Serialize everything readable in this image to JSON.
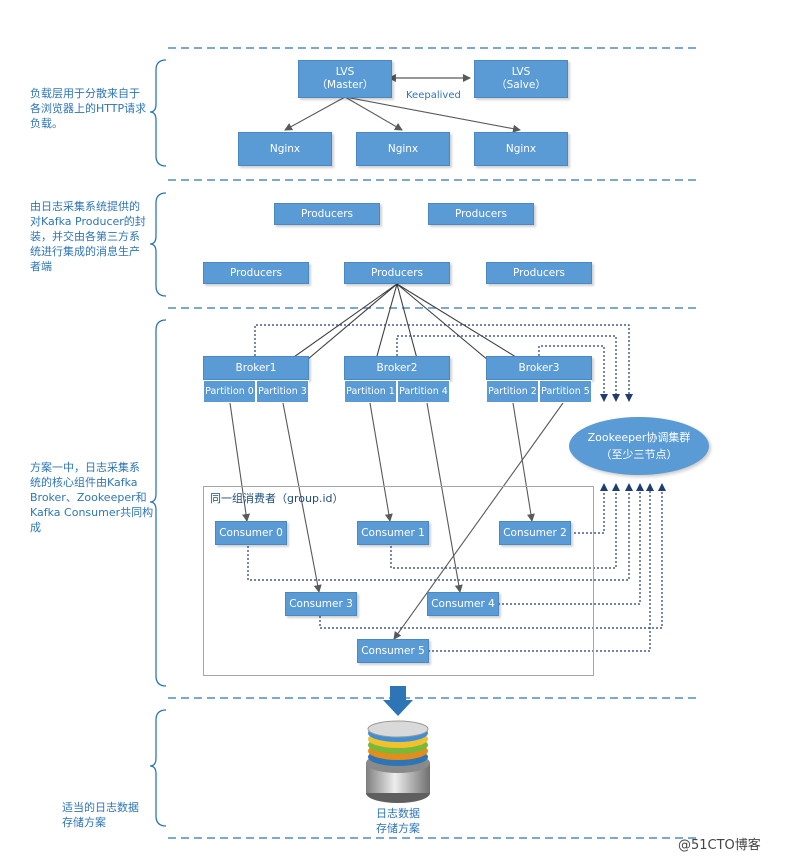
{
  "notes": {
    "lb": [
      "负载层用于分散来自于",
      "各浏览器上的HTTP请求",
      "负载。"
    ],
    "collect": [
      "由日志采集系统提供的",
      "对Kafka Producer的封",
      "装，并交由各第三方系",
      "统进行集成的消息生产",
      "者端"
    ],
    "core": [
      "方案一中，日志采集系",
      "统的核心组件由Kafka",
      "Broker、Zookeeper和",
      "Kafka Consumer共同构",
      "成"
    ],
    "storage": [
      "适当的日志数据",
      "存储方案"
    ]
  },
  "lvs": {
    "master": [
      "LVS",
      "（Master）"
    ],
    "slave": [
      "LVS",
      "（Salve）"
    ],
    "link_label": "Keepalived"
  },
  "nginx": [
    "Nginx",
    "Nginx",
    "Nginx"
  ],
  "producers": [
    "Producers",
    "Producers",
    "Producers",
    "Producers",
    "Producers"
  ],
  "brokers": [
    {
      "name": "Broker1",
      "partitions": [
        "Partition 0",
        "Partition 3"
      ]
    },
    {
      "name": "Broker2",
      "partitions": [
        "Partition 1",
        "Partition 4"
      ]
    },
    {
      "name": "Broker3",
      "partitions": [
        "Partition 2",
        "Partition 5"
      ]
    }
  ],
  "zookeeper": [
    "Zookeeper协调集群",
    "（至少三节点）"
  ],
  "group_label": "同一组消费者（group.id）",
  "consumers": [
    "Consumer 0",
    "Consumer 1",
    "Consumer 2",
    "Consumer 3",
    "Consumer 4",
    "Consumer 5"
  ],
  "storage_label": [
    "日志数据",
    "存储方案"
  ],
  "watermark": "@51CTO博客",
  "colors": {
    "box": "#5b9bd5",
    "dash": "#2e75b6",
    "line": "#595959",
    "dotted": "#1f3d73"
  }
}
